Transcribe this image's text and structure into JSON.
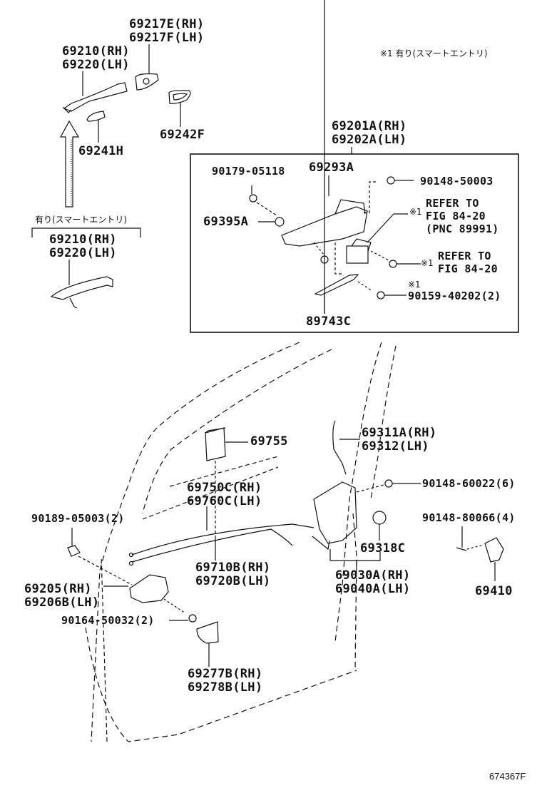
{
  "diagram": {
    "figure_id": "674367F",
    "footnote": "※1 有り(スマートエントリ)",
    "smart_entry_caption": "有り(スマートエントリ)",
    "colors": {
      "line": "#111111",
      "background": "#ffffff"
    },
    "labels": {
      "p69217": [
        "69217E(RH)",
        "69217F(LH)"
      ],
      "p69210_top": [
        "69210(RH)",
        "69220(LH)"
      ],
      "p69241": "69241H",
      "p69242": "69242F",
      "p69210_smart": [
        "69210(RH)",
        "69220(LH)"
      ],
      "p69201": [
        "69201A(RH)",
        "69202A(LH)"
      ],
      "p90179": "90179-05118",
      "p69293": "69293A",
      "p90148_50003": "90148-50003",
      "refer1": [
        "REFER TO",
        "FIG 84-20",
        "(PNC 89991)"
      ],
      "refer1_mark": "※1",
      "p69395": "69395A",
      "refer2": [
        "REFER TO",
        "FIG 84-20"
      ],
      "refer2_mark": "※1",
      "p90159_mark": "※1",
      "p90159": "90159-40202(2)",
      "p89743": "89743C",
      "p69755": "69755",
      "p69311": [
        "69311A(RH)",
        "69312(LH)"
      ],
      "p69750": [
        "69750C(RH)",
        "69760C(LH)"
      ],
      "p90148_60022": "90148-60022(6)",
      "p90189": "90189-05003(2)",
      "p90148_80066": "90148-80066(4)",
      "p69710": [
        "69710B(RH)",
        "69720B(LH)"
      ],
      "p69318": "69318C",
      "p69030": [
        "69030A(RH)",
        "69040A(LH)"
      ],
      "p69410": "69410",
      "p69205": [
        "69205(RH)",
        "69206B(LH)"
      ],
      "p90164": "90164-50032(2)",
      "p69277": [
        "69277B(RH)",
        "69278B(LH)"
      ]
    }
  }
}
